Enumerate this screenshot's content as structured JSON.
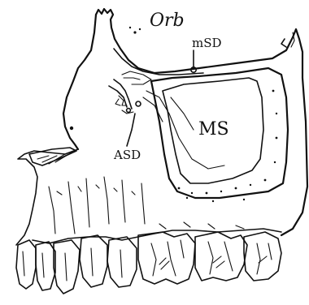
{
  "labels": {
    "orbit": "Orb",
    "msd": "mSD",
    "sinus": "MS",
    "asd": "ASD"
  },
  "colors": {
    "ink": "#111111",
    "paper": "#ffffff"
  }
}
